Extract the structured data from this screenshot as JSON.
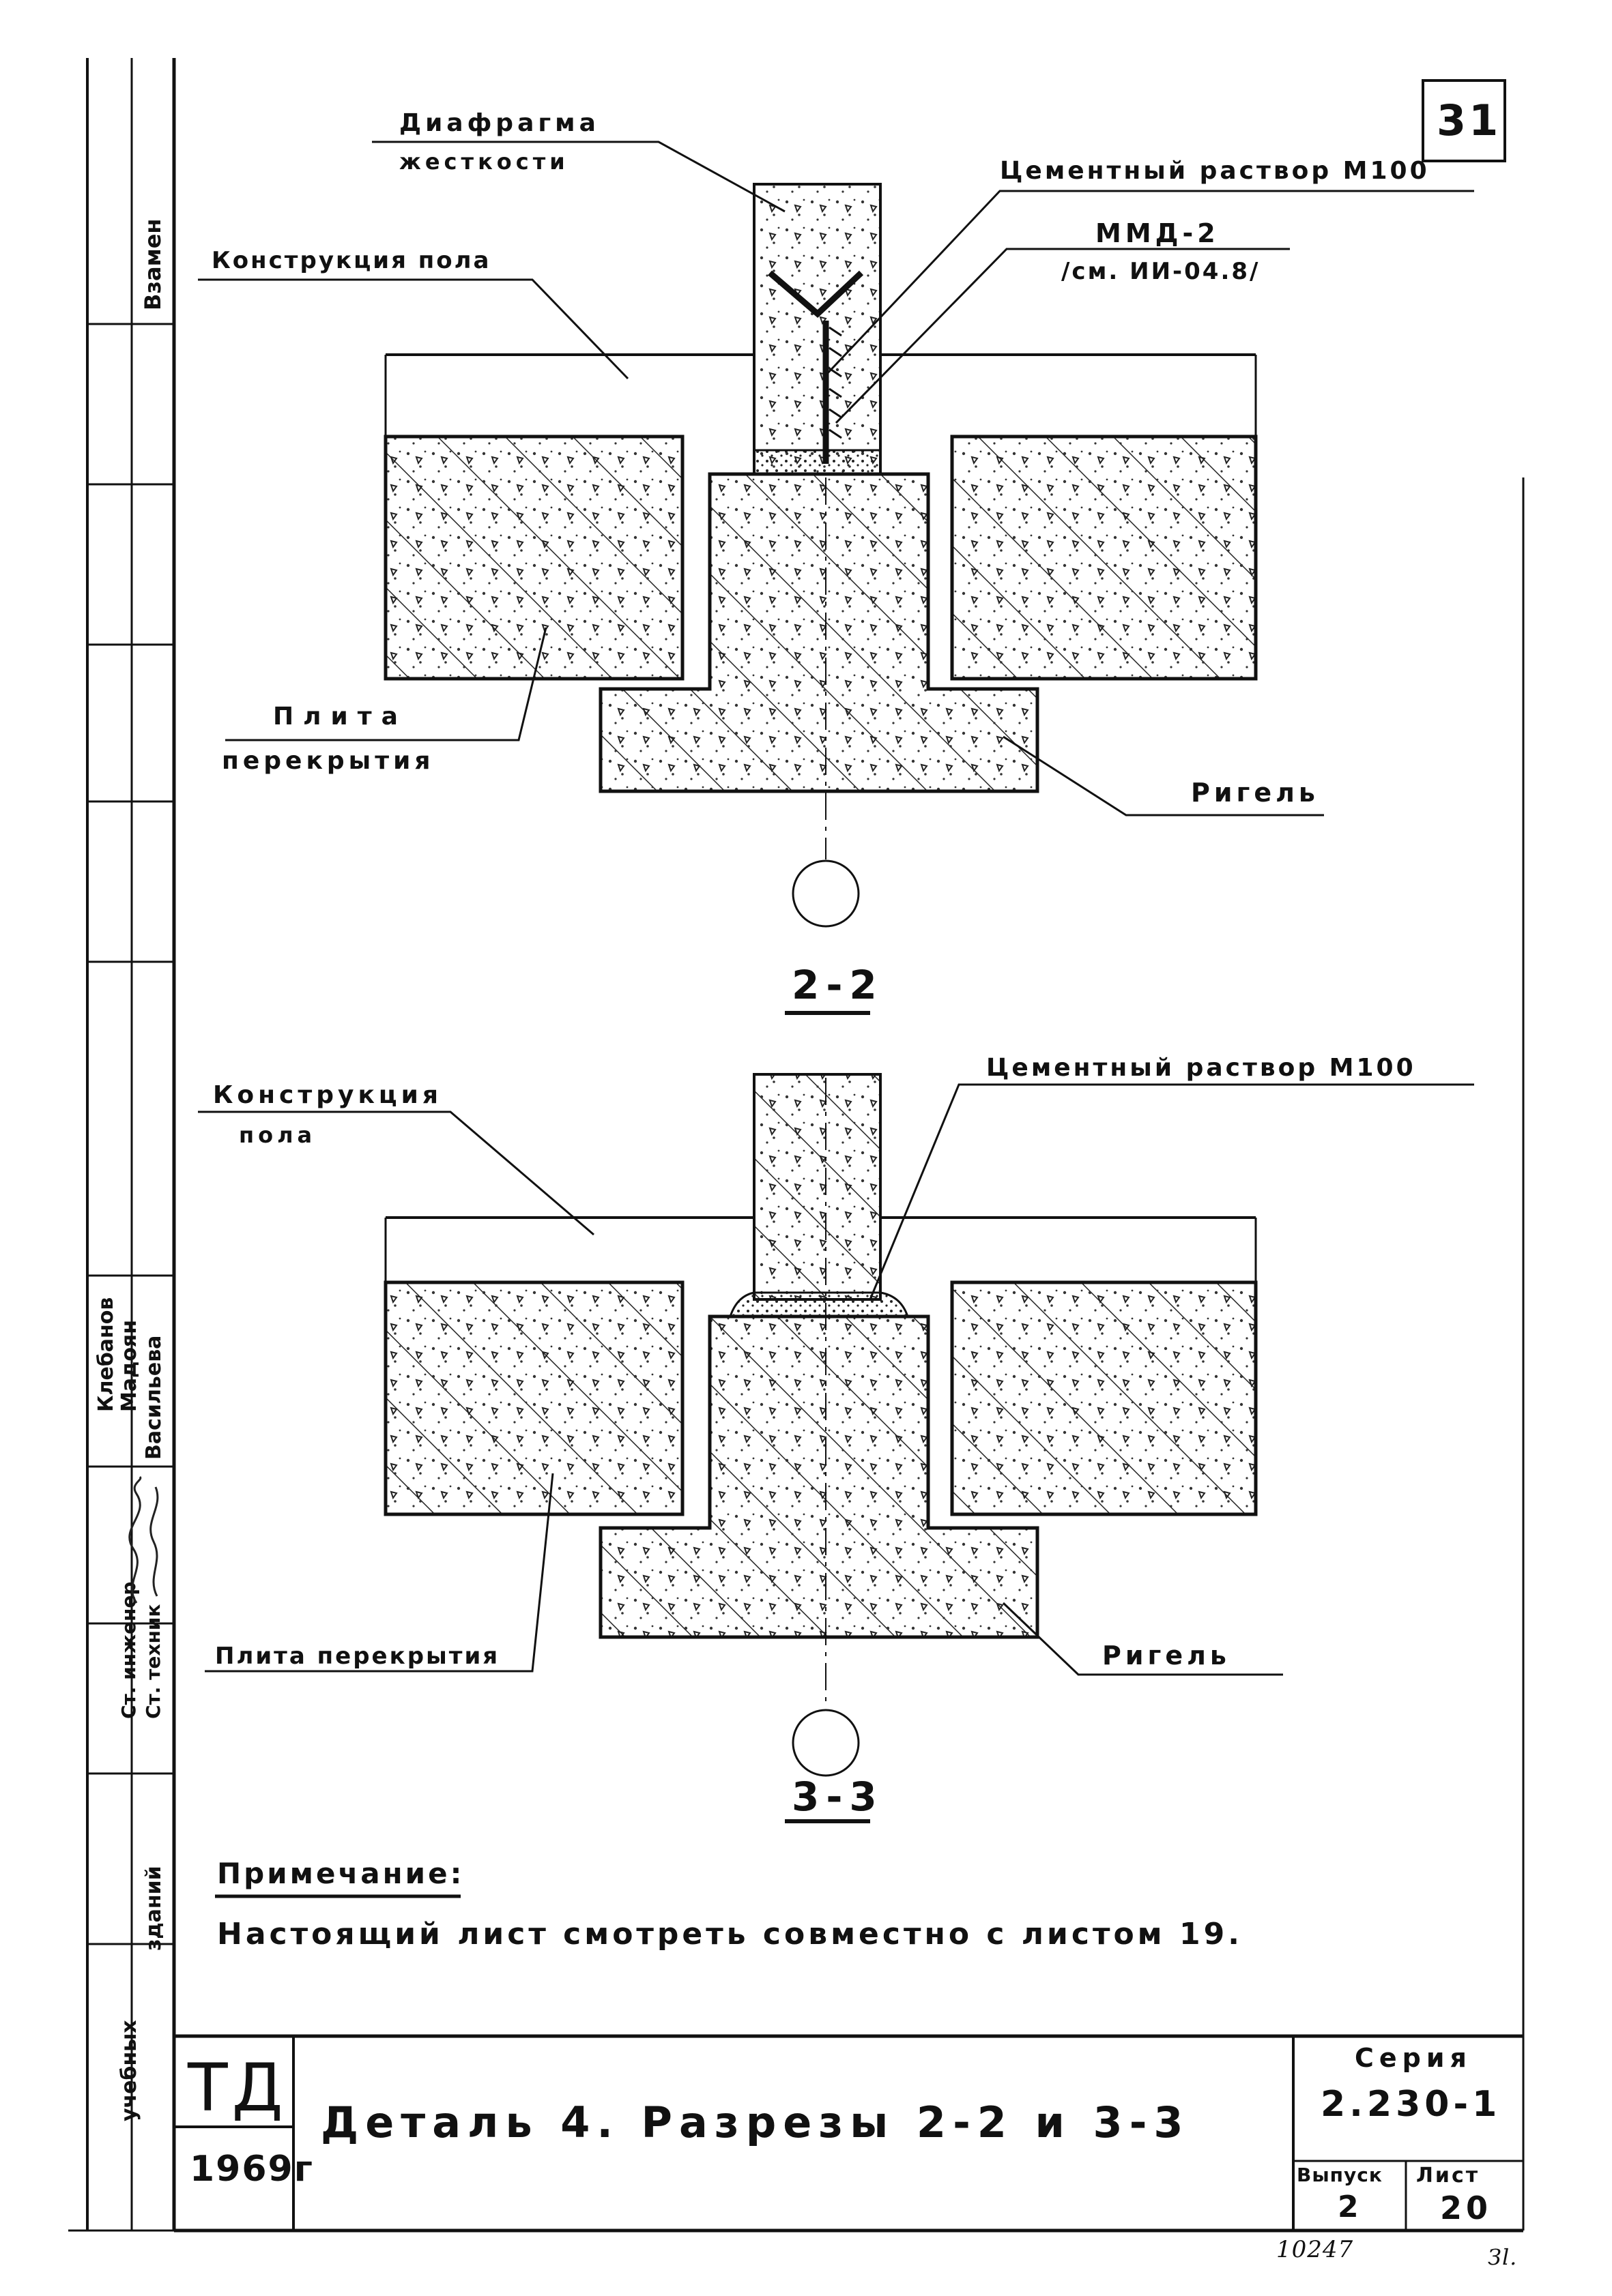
{
  "sheet": {
    "page_number": "31",
    "stamp_number": "10247",
    "stamp_suffix": "Зl."
  },
  "section_2_2": {
    "label_diaphragm_1": "Диафрагма",
    "label_diaphragm_2": "жесткости",
    "label_mortar": "Цементный раствор М100",
    "label_mmd_1": "ММД-2",
    "label_mmd_2": "/см. ИИ-04.8/",
    "label_floor": "Конструкция пола",
    "label_slab_1": "Плита",
    "label_slab_2": "перекрытия",
    "label_girder": "Ригель",
    "section_mark": "2-2"
  },
  "section_3_3": {
    "label_floor_1": "Конструкция",
    "label_floor_2": "пола",
    "label_mortar": "Цементный раствор М100",
    "label_slab": "Плита перекрытия",
    "label_girder": "Ригель",
    "section_mark": "3-3"
  },
  "note": {
    "heading": "Примечание:",
    "text": "Настоящий лист смотреть совместно с листом 19."
  },
  "title_block": {
    "code": "ТД",
    "year": "1969г",
    "title": "Деталь 4. Разрезы 2-2 и 3-3",
    "series_label": "Серия",
    "series_value": "2.230-1",
    "issue_label": "Выпуск",
    "issue_value": "2",
    "sheet_label": "Лист",
    "sheet_value": "20"
  },
  "side_strip": {
    "replaces": "Взамен",
    "names": [
      "Клебанов",
      "Мадоян",
      "Васильева"
    ],
    "roles": [
      "Ст. инженер",
      "Ст. техник"
    ],
    "building_type_1": "учебных",
    "building_type_2": "зданий"
  }
}
